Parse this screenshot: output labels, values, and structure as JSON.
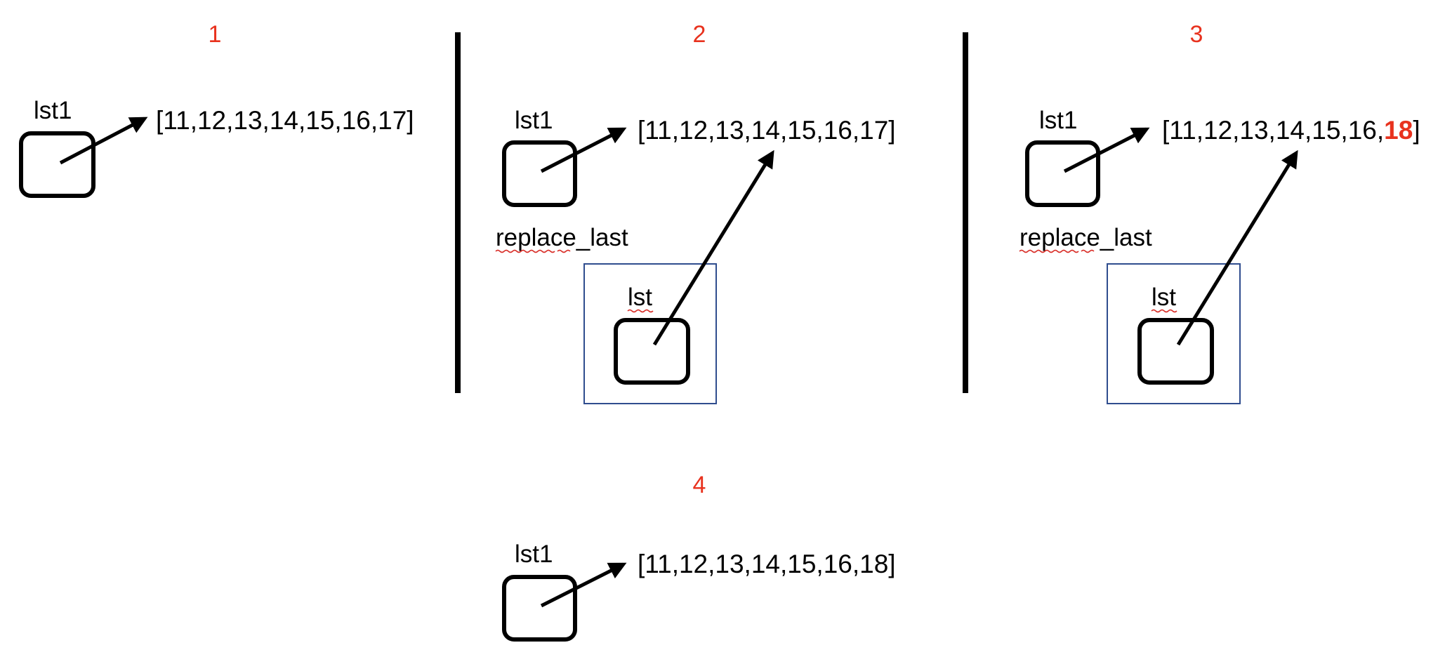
{
  "panels": [
    {
      "number": "1",
      "variable": "lst1",
      "list": "[11,12,13,14,15,16,17]"
    },
    {
      "number": "2",
      "variable": "lst1",
      "list": "[11,12,13,14,15,16,17]",
      "frame_label": "replace_last",
      "frame_variable": "lst"
    },
    {
      "number": "3",
      "variable": "lst1",
      "list_prefix": "[11,12,13,14,15,16,",
      "list_highlight": "18",
      "list_suffix": "]",
      "frame_label": "replace_last",
      "frame_variable": "lst"
    },
    {
      "number": "4",
      "variable": "lst1",
      "list": "[11,12,13,14,15,16,18]"
    }
  ],
  "colors": {
    "step_number": "#e8321e",
    "frame_border": "#2f4d8e",
    "spell_underline": "#d9302a",
    "highlight": "#e8321e"
  }
}
